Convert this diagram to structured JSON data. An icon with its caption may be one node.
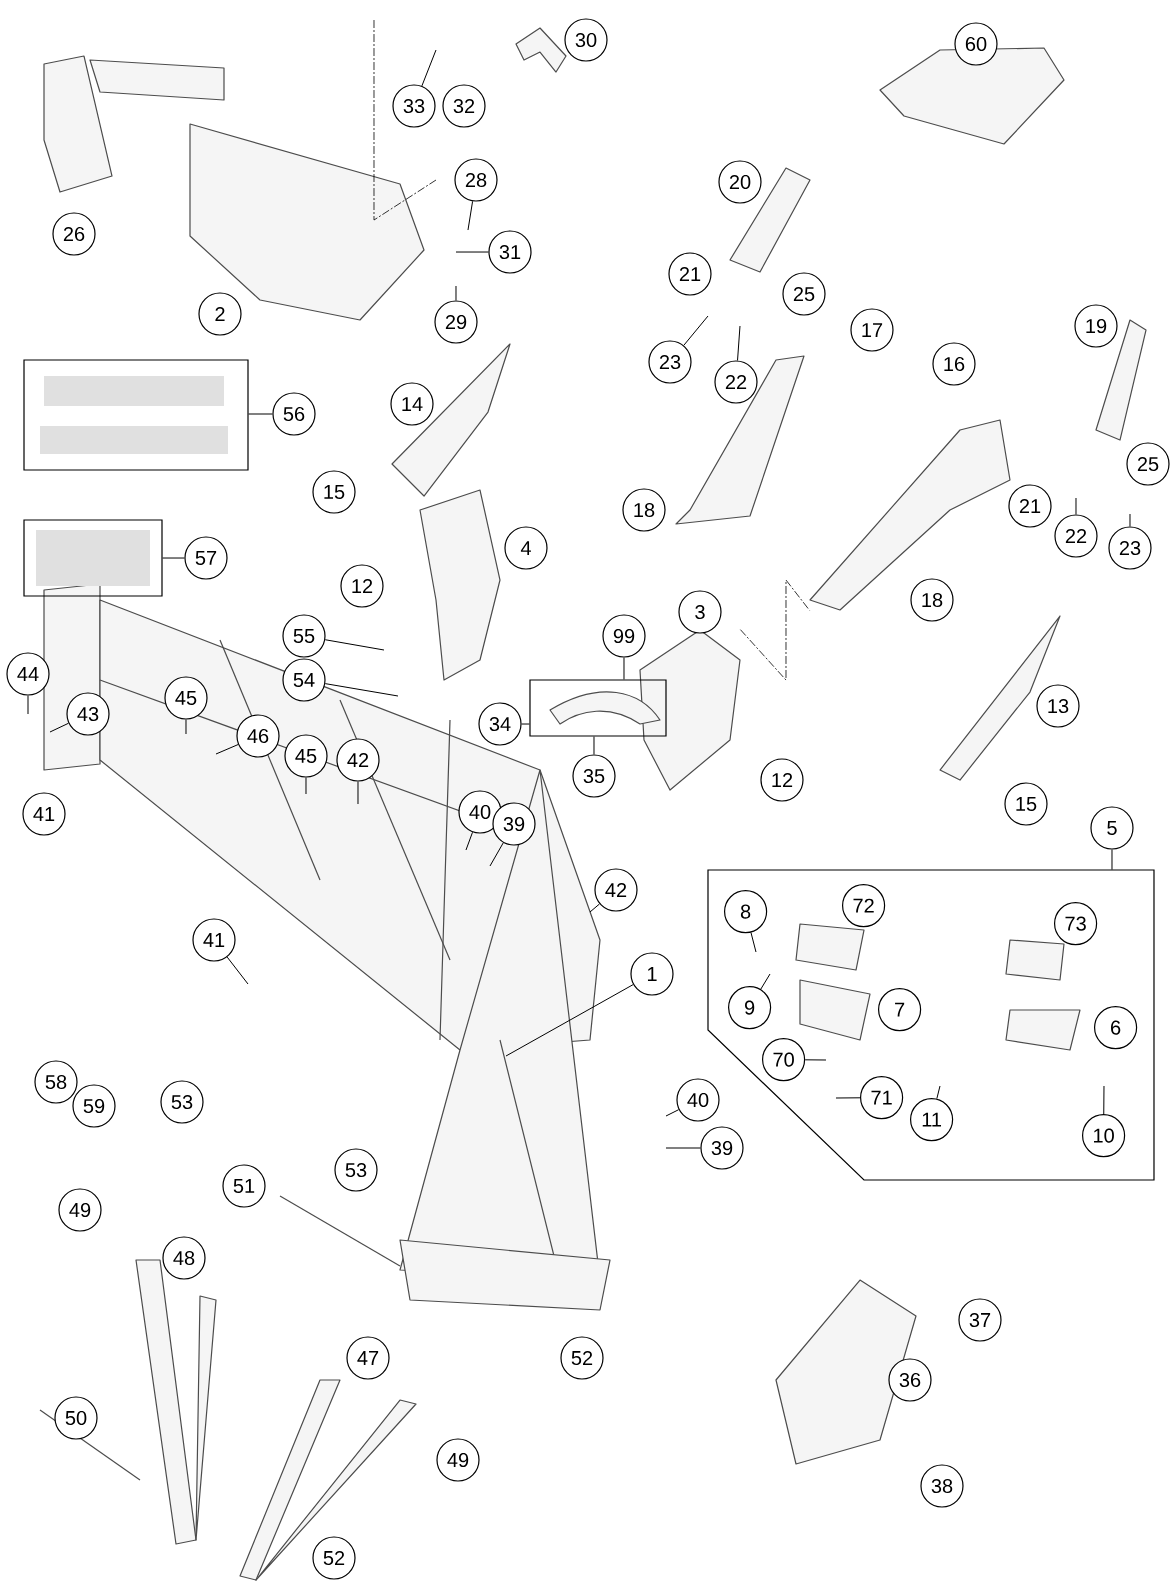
{
  "diagram": {
    "nodes": [
      {
        "text": [
          "30"
        ]
      },
      {
        "text": [
          "60"
        ]
      },
      {
        "text": [
          "33"
        ]
      },
      {
        "text": [
          "32"
        ]
      },
      {
        "text": [
          "28"
        ]
      },
      {
        "text": [
          "20"
        ]
      },
      {
        "text": [
          "26"
        ]
      },
      {
        "text": [
          "31"
        ]
      },
      {
        "text": [
          "21"
        ]
      },
      {
        "text": [
          "25"
        ]
      },
      {
        "text": [
          "2"
        ]
      },
      {
        "text": [
          "29"
        ]
      },
      {
        "text": [
          "19"
        ]
      },
      {
        "text": [
          "17"
        ]
      },
      {
        "text": [
          "23"
        ]
      },
      {
        "text": [
          "16"
        ]
      },
      {
        "text": [
          "22"
        ]
      },
      {
        "text": [],
        "shape": "box"
      },
      {
        "text": [
          "56"
        ]
      },
      {
        "text": [
          "14"
        ]
      },
      {
        "text": [
          "25"
        ]
      },
      {
        "text": [
          "15"
        ]
      },
      {
        "text": [
          "21"
        ]
      },
      {
        "text": [
          "18"
        ]
      },
      {
        "text": [],
        "shape": "box"
      },
      {
        "text": [
          "57"
        ]
      },
      {
        "text": [
          "4"
        ]
      },
      {
        "text": [
          "22"
        ]
      },
      {
        "text": [
          "23"
        ]
      },
      {
        "text": [
          "12"
        ]
      },
      {
        "text": [
          "3"
        ]
      },
      {
        "text": [],
        "shape": "picture"
      },
      {
        "text": [],
        "shape": "picture"
      },
      {
        "text": [
          "18"
        ]
      },
      {
        "text": [
          "55"
        ]
      },
      {
        "text": [
          "99"
        ]
      },
      {
        "text": [
          "44"
        ]
      },
      {
        "text": [
          "43"
        ]
      },
      {
        "text": [
          "45"
        ]
      },
      {
        "text": [
          "54"
        ]
      },
      {
        "text": [
          "34"
        ]
      },
      {
        "text": [],
        "shape": "box"
      },
      {
        "text": [
          "13"
        ]
      },
      {
        "text": [
          "46"
        ]
      },
      {
        "text": [
          "45"
        ]
      },
      {
        "text": [
          "42"
        ]
      },
      {
        "text": [
          "35"
        ]
      },
      {
        "text": [
          "12"
        ]
      },
      {
        "text": [
          "41"
        ]
      },
      {
        "text": [
          "40"
        ]
      },
      {
        "text": [
          "39"
        ]
      },
      {
        "text": [
          "15"
        ]
      },
      {
        "text": [
          "5"
        ]
      },
      {
        "text": [],
        "shape": "box"
      },
      {
        "text": [
          "42"
        ]
      },
      {
        "text": [
          "41"
        ]
      },
      {
        "text": [
          "8"
        ],
        "in": 53
      },
      {
        "text": [
          "72"
        ],
        "in": 53
      },
      {
        "text": [
          "73"
        ],
        "in": 53
      },
      {
        "text": [
          "1"
        ]
      },
      {
        "text": [
          "9"
        ],
        "in": 53
      },
      {
        "text": [
          "7"
        ],
        "in": 53
      },
      {
        "text": [
          "6"
        ],
        "in": 53
      },
      {
        "text": [
          "70"
        ],
        "in": 53
      },
      {
        "text": [
          "58"
        ]
      },
      {
        "text": [
          "59"
        ]
      },
      {
        "text": [
          "53"
        ]
      },
      {
        "text": [
          "40"
        ]
      },
      {
        "text": [
          "71"
        ],
        "in": 53
      },
      {
        "text": [
          "11"
        ],
        "in": 53
      },
      {
        "text": [
          "10"
        ],
        "in": 53
      },
      {
        "text": [
          "39"
        ]
      },
      {
        "text": [
          "51"
        ]
      },
      {
        "text": [
          "53"
        ]
      },
      {
        "text": [
          "49"
        ]
      },
      {
        "text": [
          "48"
        ]
      },
      {
        "text": [
          "37"
        ]
      },
      {
        "text": [
          "47"
        ]
      },
      {
        "text": [
          "52"
        ]
      },
      {
        "text": [
          "36"
        ]
      },
      {
        "text": [
          "50"
        ]
      },
      {
        "text": [
          "49"
        ]
      },
      {
        "text": [
          "38"
        ]
      },
      {
        "text": [
          "52"
        ]
      }
    ],
    "edges": [
      {
        "from": 2,
        "to": null,
        "arrow": "none"
      },
      {
        "from": 4,
        "to": null,
        "arrow": "none"
      },
      {
        "from": 7,
        "to": null,
        "arrow": "none"
      },
      {
        "from": 11,
        "to": null,
        "arrow": "none"
      },
      {
        "from": 14,
        "to": null,
        "arrow": "none"
      },
      {
        "from": 16,
        "to": null,
        "arrow": "none"
      },
      {
        "from": 18,
        "to": 17,
        "arrow": "none"
      },
      {
        "from": 25,
        "to": 24,
        "arrow": "none"
      },
      {
        "from": 27,
        "to": null,
        "arrow": "none"
      },
      {
        "from": 28,
        "to": null,
        "arrow": "none"
      },
      {
        "from": 32,
        "to": 31,
        "arrow": "none",
        "style": "dashed"
      },
      {
        "from": 34,
        "to": null,
        "arrow": "none"
      },
      {
        "from": 35,
        "to": 41,
        "arrow": "none"
      },
      {
        "from": 36,
        "to": null,
        "arrow": "none"
      },
      {
        "from": 37,
        "to": null,
        "arrow": "none"
      },
      {
        "from": 38,
        "to": null,
        "arrow": "none"
      },
      {
        "from": 39,
        "to": null,
        "arrow": "none"
      },
      {
        "from": 40,
        "to": 41,
        "arrow": "none"
      },
      {
        "from": 43,
        "to": null,
        "arrow": "none"
      },
      {
        "from": 44,
        "to": null,
        "arrow": "none"
      },
      {
        "from": 45,
        "to": null,
        "arrow": "none"
      },
      {
        "from": 46,
        "to": 41,
        "arrow": "none"
      },
      {
        "from": 49,
        "to": null,
        "arrow": "none"
      },
      {
        "from": 50,
        "to": null,
        "arrow": "none"
      },
      {
        "from": 52,
        "to": 53,
        "arrow": "none"
      },
      {
        "from": 54,
        "to": null,
        "arrow": "none"
      },
      {
        "from": 55,
        "to": null,
        "arrow": "none"
      },
      {
        "from": 56,
        "to": null,
        "arrow": "none"
      },
      {
        "from": 59,
        "to": null,
        "arrow": "none"
      },
      {
        "from": 60,
        "to": null,
        "arrow": "none"
      },
      {
        "from": 63,
        "to": null,
        "arrow": "none"
      },
      {
        "from": 67,
        "to": null,
        "arrow": "none"
      },
      {
        "from": 68,
        "to": null,
        "arrow": "none"
      },
      {
        "from": 69,
        "to": null,
        "arrow": "none"
      },
      {
        "from": 70,
        "to": null,
        "arrow": "none"
      },
      {
        "from": 71,
        "to": null,
        "arrow": "none"
      }
    ]
  }
}
